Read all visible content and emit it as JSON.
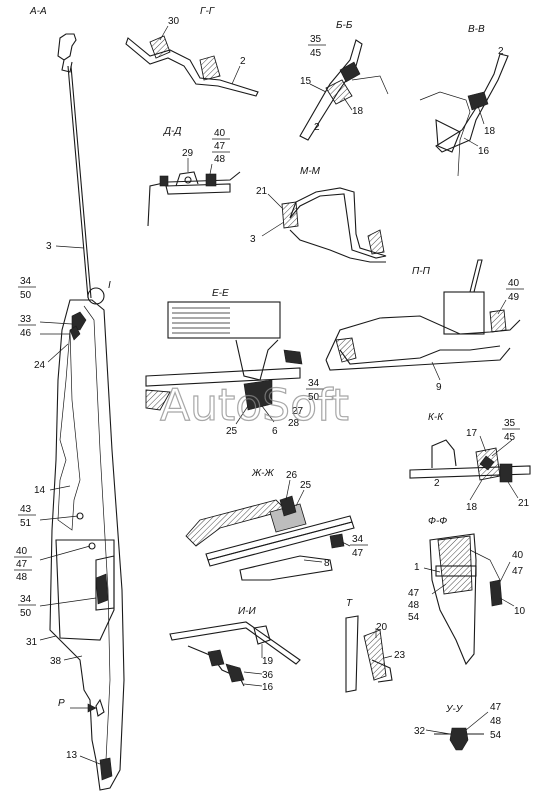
{
  "sections": {
    "aa": "А-А",
    "gg": "Г-Г",
    "bb": "Б-Б",
    "vv": "В-В",
    "dd": "Д-Д",
    "mm": "М-М",
    "ee": "Е-Е",
    "pp": "П-П",
    "kk": "К-К",
    "zhzh": "Ж-Ж",
    "ff": "Ф-Ф",
    "ii": "И-И",
    "t": "Т",
    "uu": "У-У",
    "detail": "I",
    "arrow": "Р"
  },
  "labels": {
    "n3": "3",
    "n24": "24",
    "n14": "14",
    "n31": "31",
    "n38": "38",
    "n13": "13",
    "n30": "30",
    "n2_gg": "2",
    "n15": "15",
    "n18_bb": "18",
    "n2_bb": "2",
    "n2_vv": "2",
    "n18_vv": "18",
    "n16_vv": "16",
    "n29": "29",
    "n21_mm": "21",
    "n3_mm": "3",
    "n25_ee": "25",
    "n6": "6",
    "n27": "27",
    "n28": "28",
    "n9": "9",
    "n17": "17",
    "n2_kk": "2",
    "n18_kk": "18",
    "n21_kk": "21",
    "n26": "26",
    "n25_zh": "25",
    "n8": "8",
    "n1": "1",
    "n10": "10",
    "n19": "19",
    "n36": "36",
    "n16_ii": "16",
    "n20": "20",
    "n23": "23",
    "n32": "32",
    "ff_47": "47",
    "ff_48": "48",
    "ff_54": "54",
    "uu_47": "47",
    "uu_48": "48",
    "uu_54": "54",
    "ff_40": "40",
    "ff_47r": "47"
  },
  "fractions": {
    "f34_50_a": {
      "top": "34",
      "bottom": "50"
    },
    "f33_46": {
      "top": "33",
      "bottom": "46"
    },
    "f43_51": {
      "top": "43",
      "bottom": "51"
    },
    "f40_47_48_a": {
      "top": "40",
      "mid": "47",
      "bottom": "48"
    },
    "f34_50_b": {
      "top": "34",
      "bottom": "50"
    },
    "f35_45_bb": {
      "top": "35",
      "bottom": "45"
    },
    "f40_47_48_dd": {
      "top": "40",
      "mid": "47",
      "bottom": "48"
    },
    "f34_50_ee": {
      "top": "34",
      "bottom": "50"
    },
    "f40_49": {
      "top": "40",
      "bottom": "49"
    },
    "f35_45_kk": {
      "top": "35",
      "bottom": "45"
    },
    "f34_47": {
      "top": "34",
      "bottom": "47"
    }
  },
  "watermark": "AutoSoft",
  "colors": {
    "ink": "#1a1a1a",
    "watermark": "#8a8a8a",
    "background": "#ffffff"
  }
}
